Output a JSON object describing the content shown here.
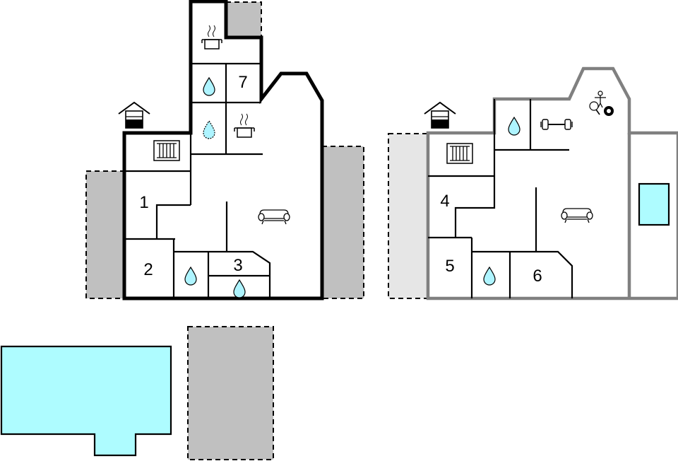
{
  "rooms": [
    {
      "number": "1"
    },
    {
      "number": "2"
    },
    {
      "number": "3"
    },
    {
      "number": "4"
    },
    {
      "number": "5"
    },
    {
      "number": "6"
    },
    {
      "number": "7"
    }
  ],
  "colors": {
    "wall_ground": "#000000",
    "wall_upper": "#808080",
    "pool": "#aefcff",
    "terrace": "#c0c0c0",
    "terrace_light": "#e6e6e6",
    "water": "#aef4ff"
  },
  "icons": [
    "kitchen-pot-icon",
    "water-drop-icon",
    "fireplace-icon",
    "sofa-icon",
    "sauna-icon",
    "dumbbell-icon",
    "table-tennis-icon",
    "billiard-ball-icon",
    "foosball-icon"
  ]
}
